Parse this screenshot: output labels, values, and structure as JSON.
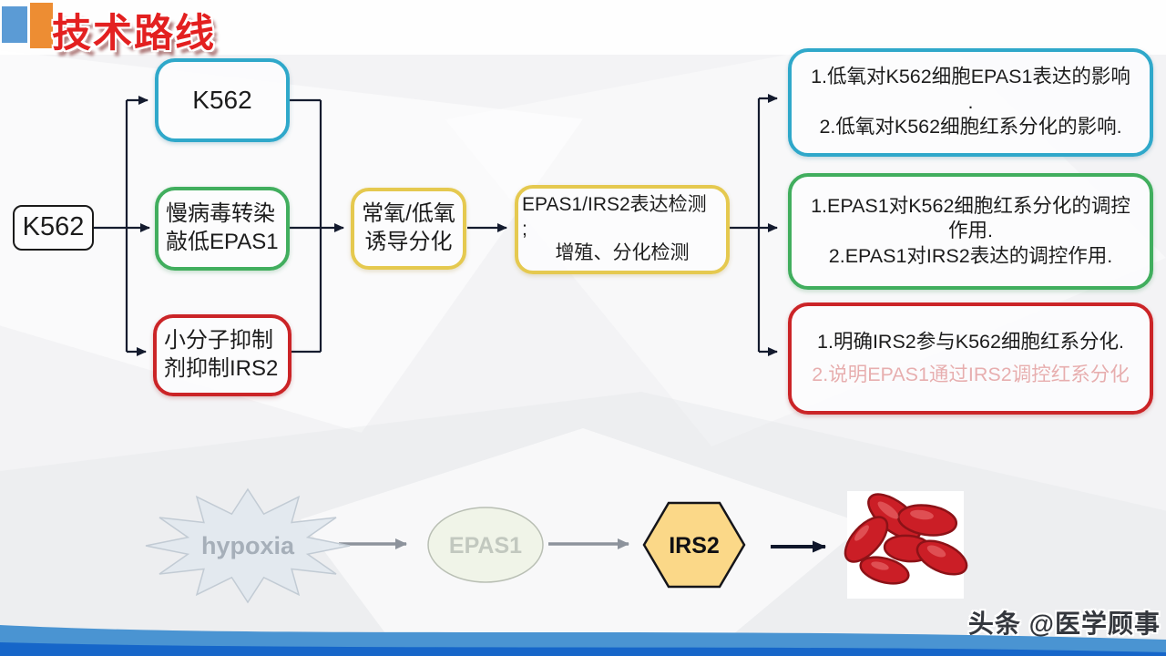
{
  "slide": {
    "title": "技术路线",
    "watermark": "头条 @医学顾事"
  },
  "flowchart": {
    "source_box": {
      "label": "K562"
    },
    "branch_boxes": [
      {
        "name": "k562-untreated",
        "lines": [
          "K562"
        ],
        "border_color": "#2fa8ca"
      },
      {
        "name": "lentivirus-knockdown",
        "lines": [
          "慢病毒转染",
          "敲低EPAS1"
        ],
        "border_color": "#41ae5e"
      },
      {
        "name": "small-molecule-inhibitor",
        "lines": [
          "小分子抑制",
          "剂抑制IRS2"
        ],
        "border_color": "#cb2427"
      }
    ],
    "process_boxes": [
      {
        "name": "oxygen-induction",
        "lines": [
          "常氧/低氧",
          "诱导分化"
        ],
        "border_color": "#e5c94f"
      },
      {
        "name": "detection",
        "lines": [
          "EPAS1/IRS2表达检测",
          ";",
          "增殖、分化检测"
        ],
        "border_color": "#e5c94f"
      }
    ],
    "result_boxes": [
      {
        "name": "hypoxia-effects",
        "lines": [
          "1.低氧对K562细胞EPAS1表达的影响",
          ".",
          "2.低氧对K562细胞红系分化的影响."
        ],
        "border_color": "#2fa8ca"
      },
      {
        "name": "epas1-regulation",
        "lines": [
          "1.EPAS1对K562细胞红系分化的调控",
          "作用.",
          "2.EPAS1对IRS2表达的调控作用."
        ],
        "border_color": "#41ae5e"
      },
      {
        "name": "irs2-role",
        "lines": [
          "1.明确IRS2参与K562细胞红系分化.",
          "2.说明EPAS1通过IRS2调控红系分化"
        ],
        "border_color": "#cb2427",
        "faded_line_index": 1
      }
    ]
  },
  "pathway": {
    "hypoxia_label": "hypoxia",
    "epas1_label": "EPAS1",
    "irs2_label": "IRS2"
  },
  "colors": {
    "cyan": "#2fa8ca",
    "green": "#41ae5e",
    "red": "#cb2427",
    "yellow": "#e5c94f",
    "arrow_dark": "#141b2e",
    "arrow_gray": "#8d939c",
    "title_red": "#e32020",
    "band_light_blue": "#4a94d2",
    "band_dark_blue": "#1666c9"
  }
}
